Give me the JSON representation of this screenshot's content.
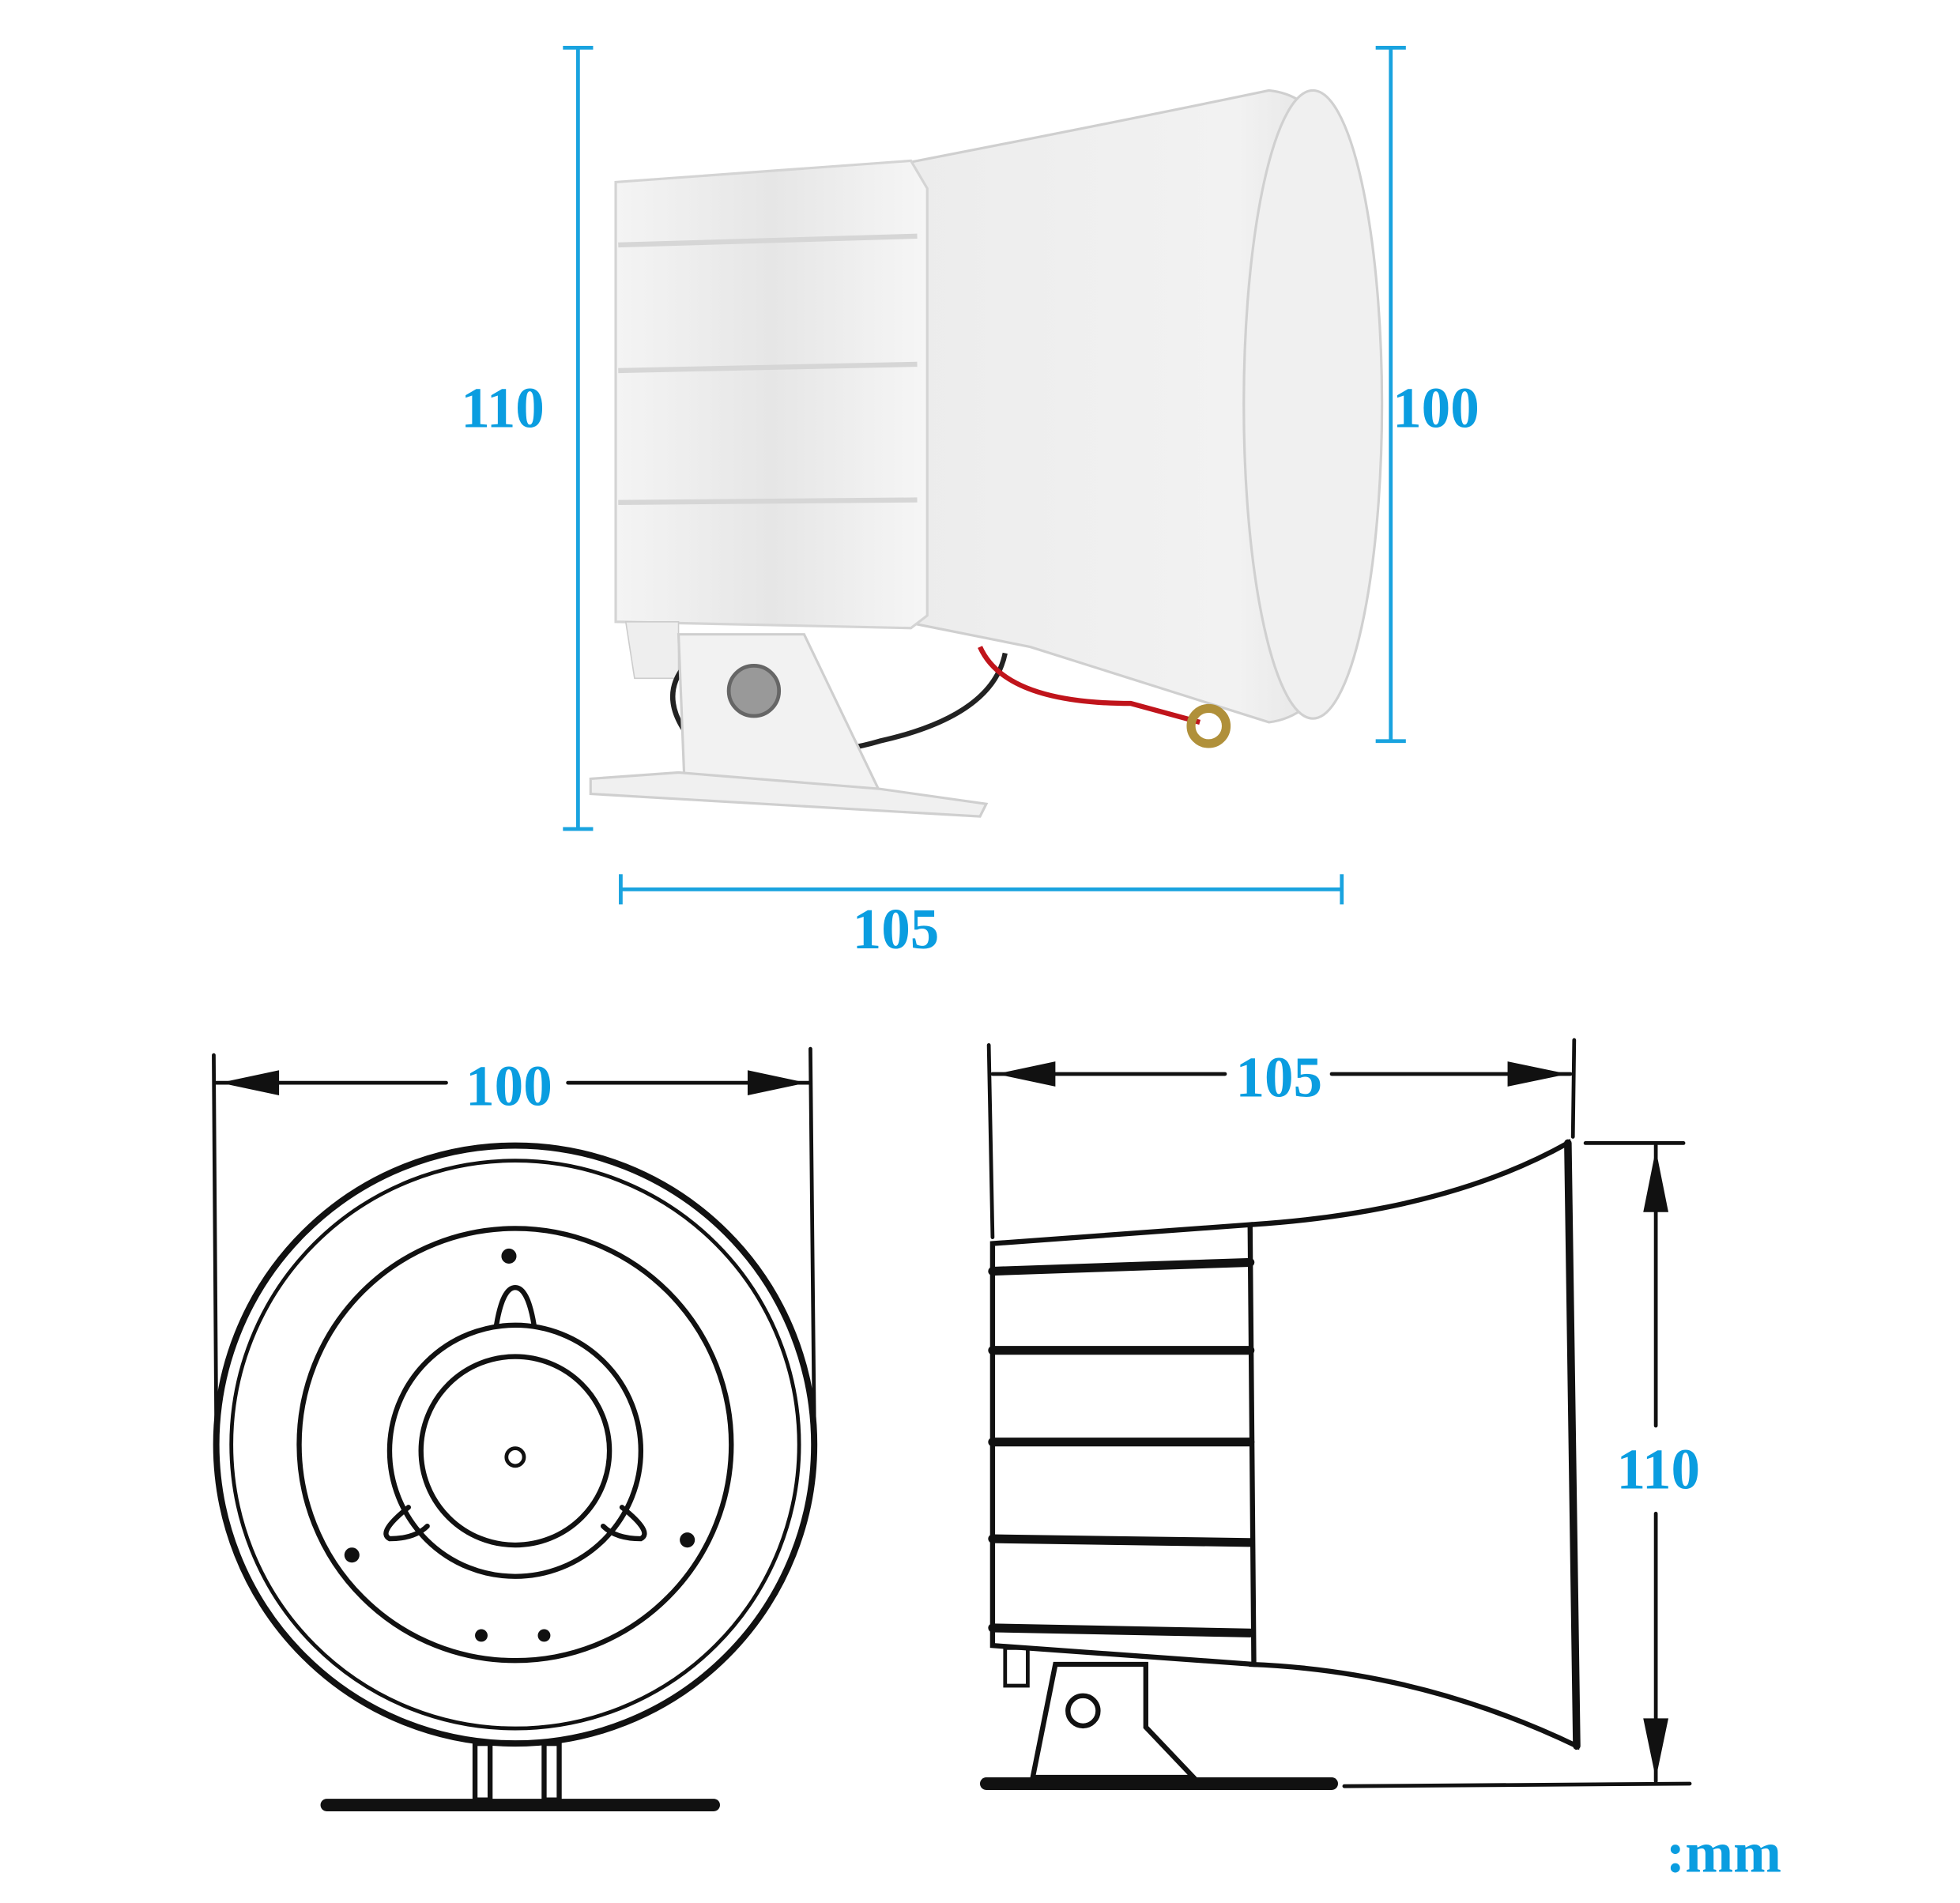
{
  "photo_view": {
    "height_label": "110",
    "horn_diameter_label": "100",
    "length_label": "105"
  },
  "front_drawing": {
    "width_label": "100"
  },
  "side_drawing": {
    "length_label": "105",
    "height_label": "110"
  },
  "unit_label": ":mm",
  "colors": {
    "dimension": "#0a9de0",
    "line_art": "#111111",
    "speaker_body": "#ececec"
  }
}
